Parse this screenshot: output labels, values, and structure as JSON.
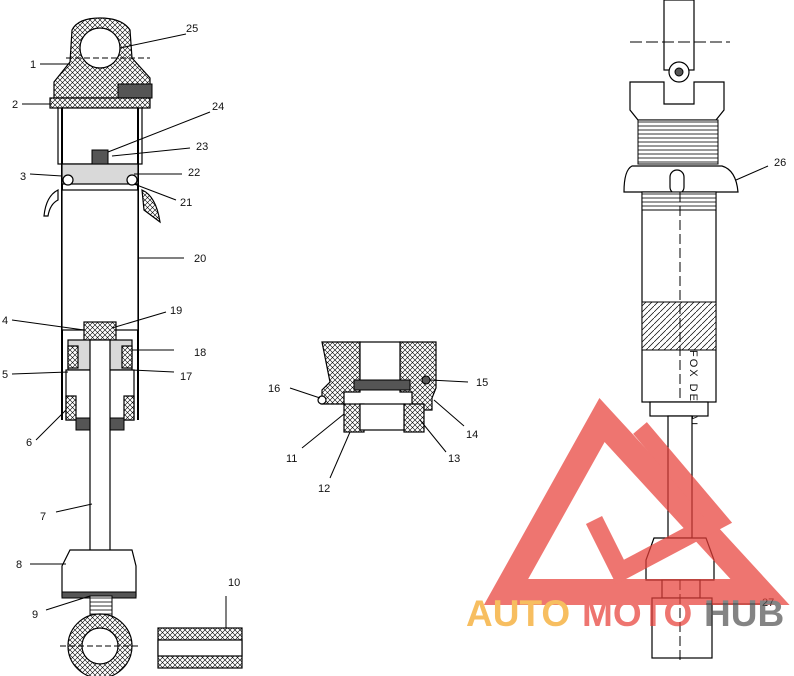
{
  "labels": {
    "l1": "1",
    "l2": "2",
    "l3": "3",
    "l4": "4",
    "l5": "5",
    "l6": "6",
    "l7": "7",
    "l8": "8",
    "l9": "9",
    "l10": "10",
    "l11": "11",
    "l12": "12",
    "l13": "13",
    "l14": "14",
    "l15": "15",
    "l16": "16",
    "l17": "17",
    "l18": "18",
    "l19": "19",
    "l20": "20",
    "l21": "21",
    "l22": "22",
    "l23": "23",
    "l24": "24",
    "l25": "25",
    "l26": "26",
    "l27": "27"
  },
  "decal_text": "FOX DECAL",
  "watermark": {
    "part_auto": "AUTO",
    "part_moto": "MOTO",
    "part_hub": "HUB",
    "color_auto": "#f5a623",
    "color_moto": "#e8413a",
    "color_hub": "#555555",
    "color_triangle": "#e8413a"
  }
}
